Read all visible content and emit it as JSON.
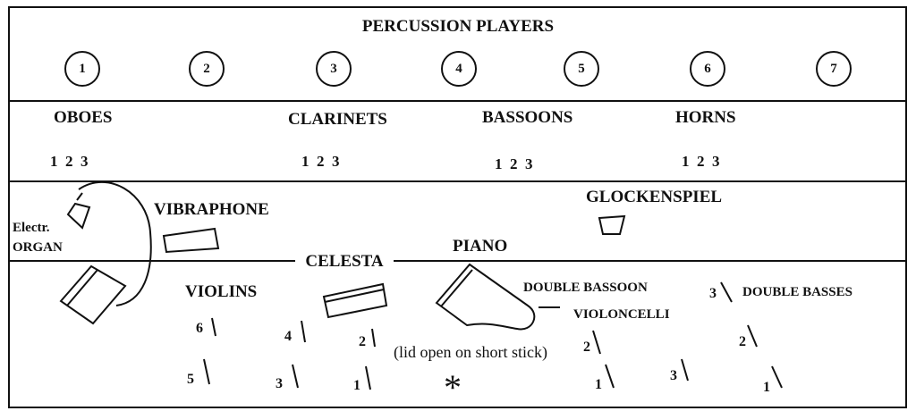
{
  "title": "PERCUSSION PLAYERS",
  "percussion_players": [
    "1",
    "2",
    "3",
    "4",
    "5",
    "6",
    "7"
  ],
  "winds": [
    {
      "label": "OBOES",
      "numbers": "1  2  3"
    },
    {
      "label": "CLARINETS",
      "numbers": "1  2  3"
    },
    {
      "label": "BASSOONS",
      "numbers": "1  2  3"
    },
    {
      "label": "HORNS",
      "numbers": "1  2  3"
    }
  ],
  "keyboard_labels": {
    "vibraphone": "VIBRAPHONE",
    "glockenspiel": "GLOCKENSPIEL",
    "organ_line1": "Electr.",
    "organ_line2": "ORGAN",
    "celesta": "CELESTA",
    "piano": "PIANO",
    "piano_note": "(lid open on short stick)",
    "conductor_mark": "*"
  },
  "strings": {
    "violins": {
      "label": "VIOLINS",
      "desks": [
        "6",
        "5",
        "4",
        "3",
        "2",
        "1"
      ]
    },
    "double_bassoon": "DOUBLE BASSOON",
    "violoncelli": {
      "label": "VIOLONCELLI",
      "desks": [
        "2",
        "1",
        "3"
      ]
    },
    "double_basses": {
      "label": "DOUBLE BASSES",
      "desks": [
        "3",
        "2",
        "1"
      ]
    }
  }
}
